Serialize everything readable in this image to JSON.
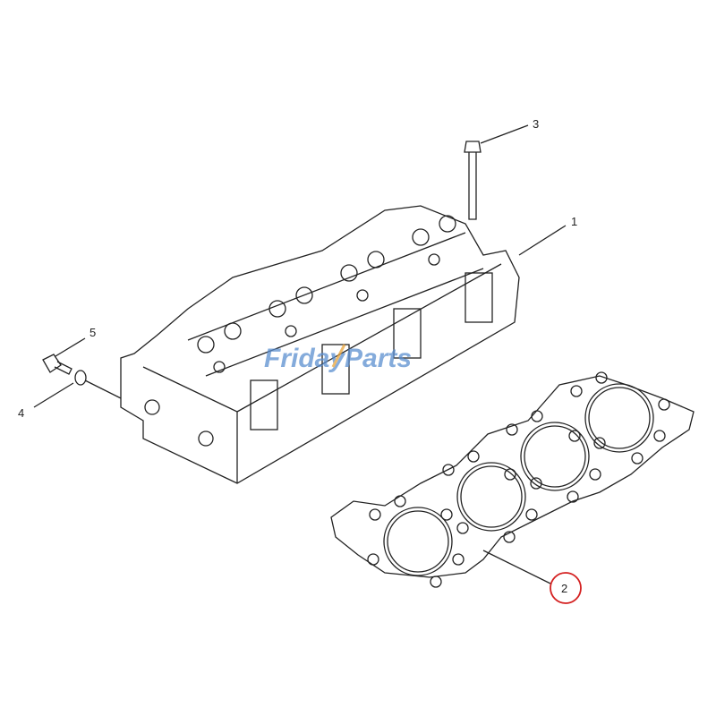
{
  "callouts": [
    {
      "number": "1",
      "part": "cylinder-head"
    },
    {
      "number": "2",
      "part": "head-gasket",
      "highlighted": true
    },
    {
      "number": "3",
      "part": "head-bolt"
    },
    {
      "number": "4",
      "part": "washer"
    },
    {
      "number": "5",
      "part": "bolt"
    }
  ],
  "watermark": {
    "text": "FridayParts",
    "color": "#5b8fd0",
    "accent": "#e8a33a"
  },
  "highlight_color": "#d42020"
}
